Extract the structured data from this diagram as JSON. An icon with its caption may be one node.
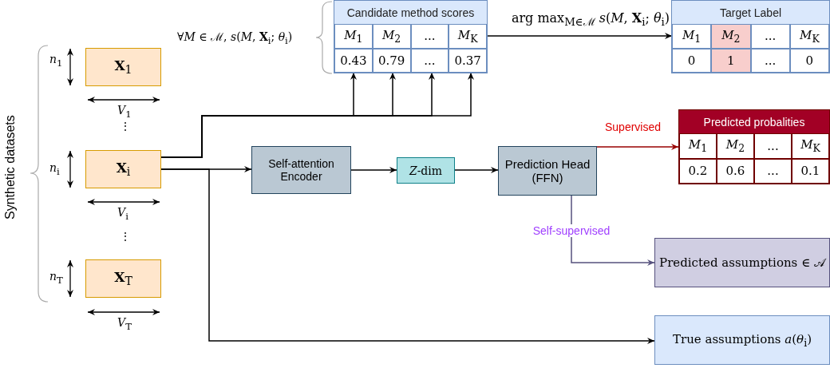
{
  "diagram": {
    "nodes": [
      {
        "text": [
          "**X**$_{1}$"
        ]
      },
      {
        "text": [
          "**X**$_{i}$"
        ]
      },
      {
        "text": [
          "**X**$_{T}$"
        ]
      },
      {
        "text": [
          "Candidate method scores"
        ]
      },
      {
        "text": [
          "*M*$_{1}$"
        ],
        "in": 3
      },
      {
        "text": [
          "*M*$_{2}$"
        ],
        "in": 3
      },
      {
        "text": [
          "..."
        ],
        "in": 3
      },
      {
        "text": [
          "*M*$_{K}$"
        ],
        "in": 3
      },
      {
        "text": [
          "0.43"
        ],
        "in": 3
      },
      {
        "text": [
          "0.79"
        ],
        "in": 3
      },
      {
        "text": [
          "..."
        ],
        "in": 3
      },
      {
        "text": [
          "0.37"
        ],
        "in": 3
      },
      {
        "text": [
          "Target Label"
        ]
      },
      {
        "text": [
          "*M*$_{1}$"
        ],
        "in": 12
      },
      {
        "text": [
          "*M*$_{2}$"
        ],
        "in": 12
      },
      {
        "text": [
          "..."
        ],
        "in": 12
      },
      {
        "text": [
          "*M*$_{K}$"
        ],
        "in": 12
      },
      {
        "text": [
          "0"
        ],
        "in": 12
      },
      {
        "text": [
          "1"
        ],
        "in": 12
      },
      {
        "text": [
          "..."
        ],
        "in": 12
      },
      {
        "text": [
          "0"
        ],
        "in": 12
      },
      {
        "text": [
          "Self-attention Encoder"
        ]
      },
      {
        "text": [
          "*Z*-dim"
        ]
      },
      {
        "text": [
          "Prediction Head (FFN)"
        ]
      },
      {
        "text": [
          "Predicted probalities"
        ]
      },
      {
        "text": [
          "*M*$_{1}$"
        ],
        "in": 24
      },
      {
        "text": [
          "*M*$_{2}$"
        ],
        "in": 24
      },
      {
        "text": [
          "..."
        ],
        "in": 24
      },
      {
        "text": [
          "*M*$_{K}$"
        ],
        "in": 24
      },
      {
        "text": [
          "0.2"
        ],
        "in": 24
      },
      {
        "text": [
          "0.6"
        ],
        "in": 24
      },
      {
        "text": [
          "..."
        ],
        "in": 24
      },
      {
        "text": [
          "0.1"
        ],
        "in": 24
      },
      {
        "text": [
          "Predicted assumptions ∈ 𝒜"
        ]
      },
      {
        "text": [
          "True assumptions *a*(*θ*$_{i}$)"
        ]
      }
    ],
    "edges": [
      {
        "from": 1,
        "to": 8,
        "arrow": "to"
      },
      {
        "from": 1,
        "to": 9,
        "arrow": "to"
      },
      {
        "from": 1,
        "to": 10,
        "arrow": "to"
      },
      {
        "from": 1,
        "to": 11,
        "arrow": "to"
      },
      {
        "from": 1,
        "to": 21,
        "arrow": "to"
      },
      {
        "from": 21,
        "to": 22,
        "arrow": "to"
      },
      {
        "from": 22,
        "to": 23,
        "arrow": "to"
      },
      {
        "from": 23,
        "to": 24,
        "arrow": "to",
        "label": "Supervised",
        "color": "#990000"
      },
      {
        "from": 23,
        "to": 33,
        "arrow": "to",
        "label": "Self-supervised",
        "color": "#56517e"
      },
      {
        "from": 1,
        "to": 34,
        "arrow": "to"
      },
      {
        "from": 7,
        "to": 13,
        "arrow": "to",
        "label": "arg max$_{M∈ℳ}$ *s*(*M*, **X**$_{i}$; *θ*$_{i}$)"
      }
    ],
    "labels": [
      "∀*M* ∈ ℳ, *s*(*M*, **X**$_{i}$; *θ*$_{i}$)",
      "Synthetic datasets",
      "*n*$_{1}$",
      "*V*$_{1}$",
      "⋮",
      "*n*$_{i}$",
      "*V*$_{i}$",
      "⋮",
      "*n*$_{T}$",
      "*V*$_{T}$"
    ]
  }
}
